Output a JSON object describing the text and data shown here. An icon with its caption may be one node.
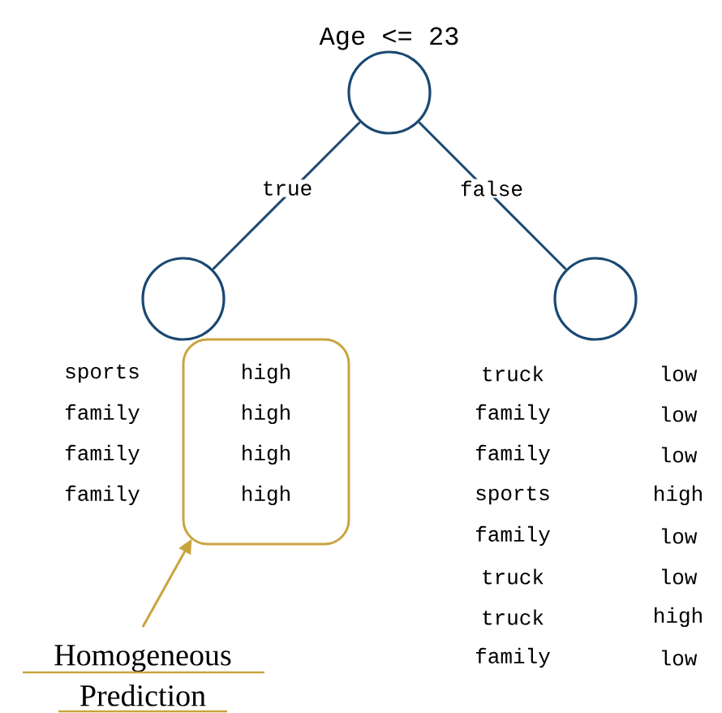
{
  "diagram": {
    "nodes": [
      {
        "text": [
          "Age <= 23"
        ]
      },
      {
        "text": [],
        "shape": "circle"
      },
      {
        "text": [],
        "shape": "circle"
      },
      {
        "text": [
          "high",
          "high",
          "high",
          "high"
        ]
      },
      {
        "text": [
          "Homogeneous Prediction"
        ]
      }
    ],
    "edges": [
      {
        "from": 0,
        "to": 1,
        "arrow": "none",
        "label": "true"
      },
      {
        "from": 0,
        "to": 2,
        "arrow": "none",
        "label": "false"
      },
      {
        "from": 4,
        "to": 3,
        "arrow": "to",
        "color": "#c9a43f"
      }
    ],
    "labels": [
      "sports",
      "family",
      "family",
      "family",
      "truck",
      "low",
      "family",
      "low",
      "family",
      "low",
      "sports",
      "high",
      "family",
      "low",
      "truck",
      "low",
      "truck",
      "high",
      "family",
      "low"
    ]
  }
}
